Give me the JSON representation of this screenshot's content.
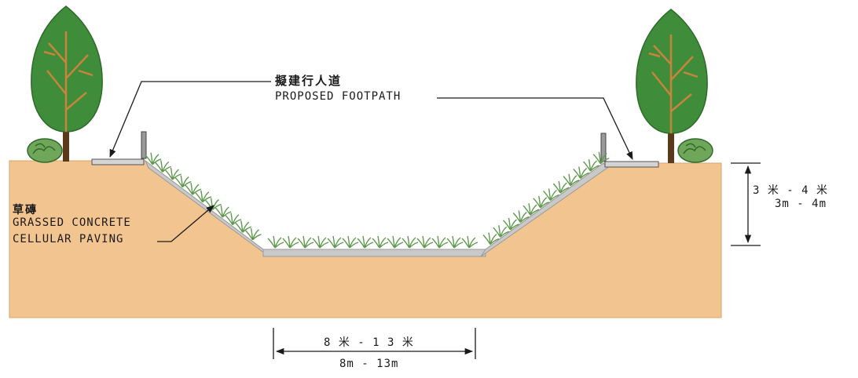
{
  "footpath": {
    "label_cn": "擬建行人道",
    "label_en": "PROPOSED FOOTPATH"
  },
  "paving": {
    "label_cn": "草磚",
    "label_en_line1": "GRASSED CONCRETE",
    "label_en_line2": "CELLULAR PAVING"
  },
  "depth_dimension": {
    "label_cn": "3 米 - 4 米",
    "label_en": "3m - 4m"
  },
  "width_dimension": {
    "label_cn": "8 米 - 1 3 米",
    "label_en": "8m - 13m"
  },
  "colors": {
    "soil": "#f2c48f",
    "soil_shadow": "#ebb67c",
    "paving": "#c9c9c9",
    "grass": "#5f9a4e",
    "tree_foliage": "#3f8d3a",
    "tree_trunk": "#5a3a1a",
    "line": "#1a1a1a"
  }
}
